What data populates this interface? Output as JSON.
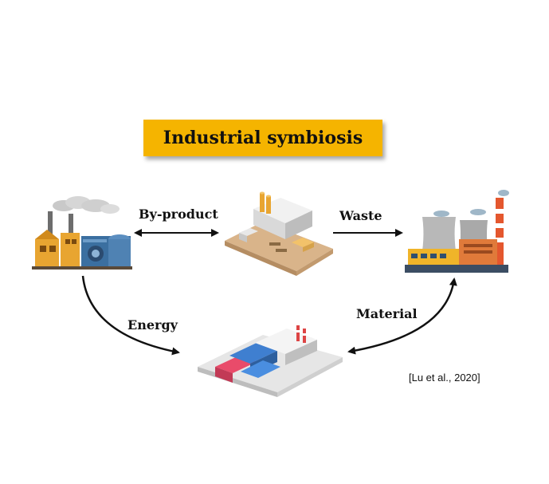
{
  "title": "Industrial symbiosis",
  "labels": {
    "byproduct": "By-product",
    "waste": "Waste",
    "energy": "Energy",
    "material": "Material"
  },
  "citation": "[Lu et al., 2020]",
  "nodes": [
    {
      "icon": "factory-smokestacks-icon"
    },
    {
      "icon": "industrial-plant-icon"
    },
    {
      "icon": "power-plant-cooling-towers-icon"
    },
    {
      "icon": "warehouse-complex-icon"
    }
  ],
  "colors": {
    "title_bg": "#f5b400",
    "arrow": "#111111"
  }
}
